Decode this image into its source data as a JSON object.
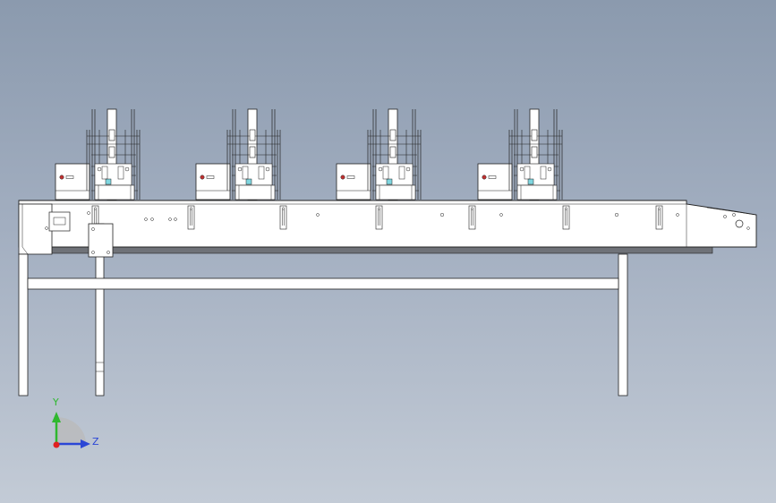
{
  "viewport": {
    "background_top": "#8b9aae",
    "background_bottom": "#c3cbd6"
  },
  "model": {
    "line_color": "#222222",
    "fill_color": "#ffffff",
    "shadow_color": "#6f7278",
    "feeder_module_count": 4
  },
  "triad": {
    "y_label": "Y",
    "z_label": "Z",
    "y_color": "#2fb82f",
    "z_color": "#2a46d6",
    "x_color": "#e02020"
  }
}
